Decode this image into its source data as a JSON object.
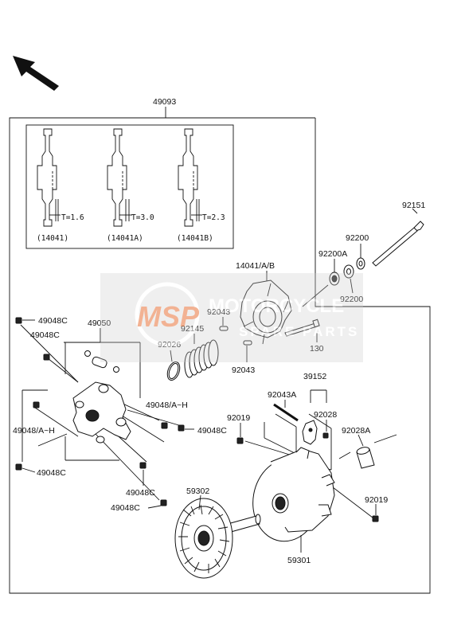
{
  "watermark": {
    "logo_text": "MSP",
    "line1": "MOTORCYCLE",
    "line2": "SPARE PARTS"
  },
  "labels": {
    "p49093": "49093",
    "p92151": "92151",
    "p92200_top": "92200",
    "p92200A": "92200A",
    "p92200_bot": "92200",
    "p14041AB": "14041/A/B",
    "p92043_a": "92043",
    "p92145": "92145",
    "p92026": "92026",
    "p130": "130",
    "p92043_b": "92043",
    "p49048C_1": "49048C",
    "p49048C_2": "49048C",
    "p49050": "49050",
    "p49048AH_1": "49048/A~H",
    "p49048C_3": "49048C",
    "p49048AH_2": "49048/A~H",
    "p49048C_4": "49048C",
    "p49048C_5": "49048C",
    "p49048C_6": "49048C",
    "p39152": "39152",
    "p92043A": "92043A",
    "p92019_a": "92019",
    "p92028": "92028",
    "p92028A": "92028A",
    "p92019_b": "92019",
    "p59302": "59302",
    "p59301": "59301"
  },
  "inset": {
    "t1": "T=1.6",
    "t2": "T=3.0",
    "t3": "T=2.3",
    "c1": "(14041)",
    "c2": "(14041A)",
    "c3": "(14041B)"
  }
}
